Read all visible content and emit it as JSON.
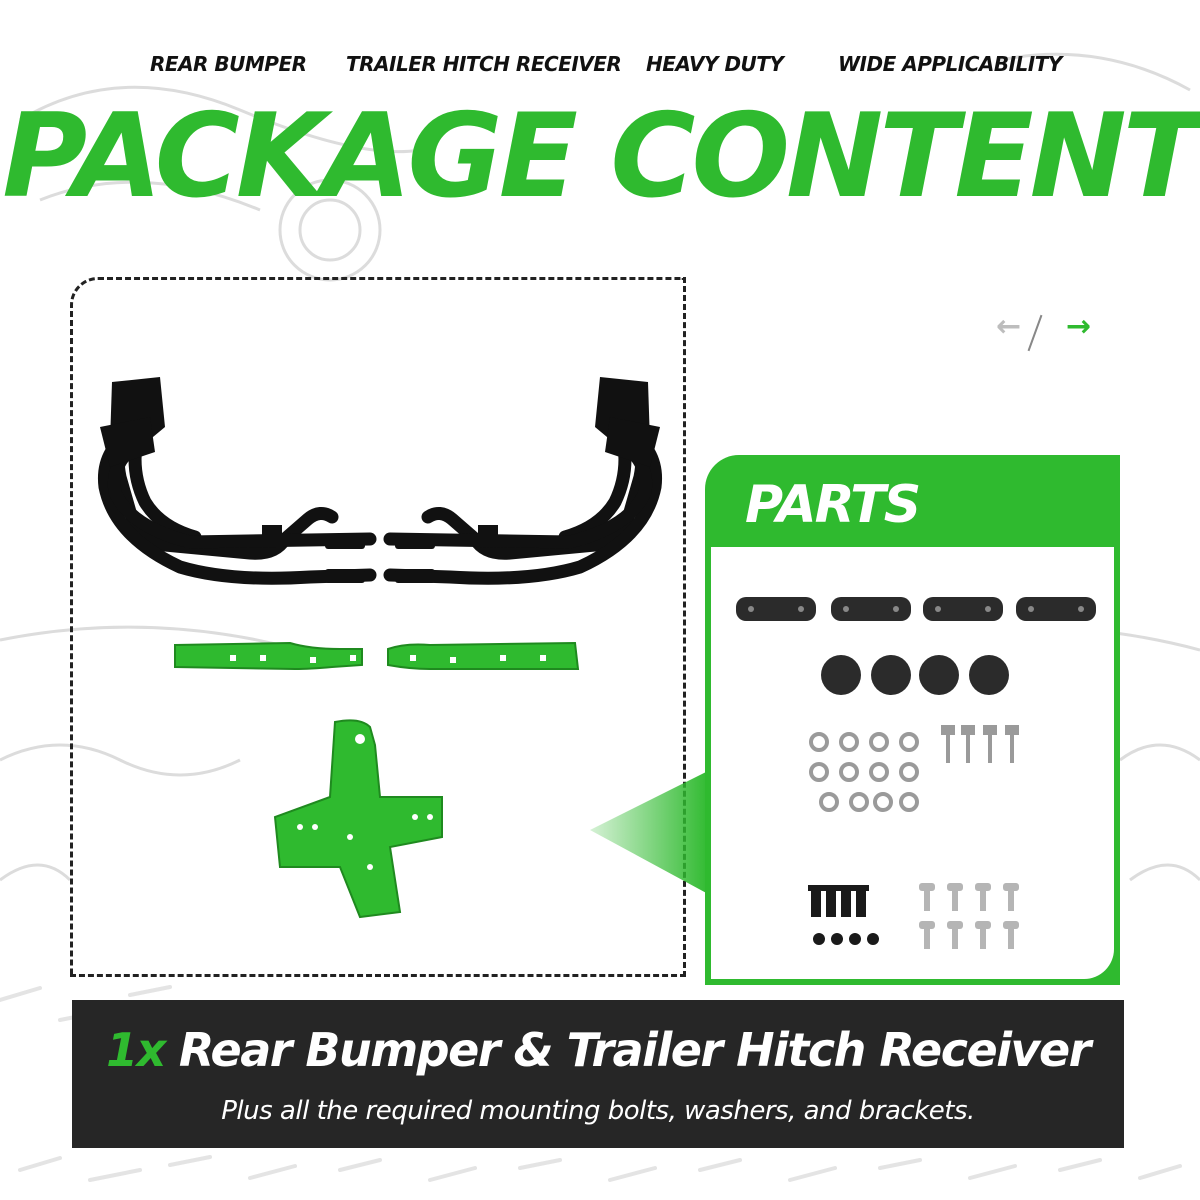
{
  "features": [
    "REAR BUMPER",
    "TRAILER HITCH RECEIVER",
    "HEAVY DUTY",
    "WIDE APPLICABILITY"
  ],
  "title": "PACKAGE CONTENT",
  "parts": {
    "title": "PARTS"
  },
  "pager": {
    "prev_icon": "arrow-left-icon",
    "next_icon": "arrow-right-icon"
  },
  "banner": {
    "quantity": "1x",
    "product": "Rear Bumper & Trailer Hitch Receiver",
    "subtitle": "Plus all the required mounting bolts, washers, and brackets."
  },
  "colors": {
    "brand_green": "#2fba2f",
    "banner_bg": "#262626",
    "text_dark": "#111111"
  }
}
